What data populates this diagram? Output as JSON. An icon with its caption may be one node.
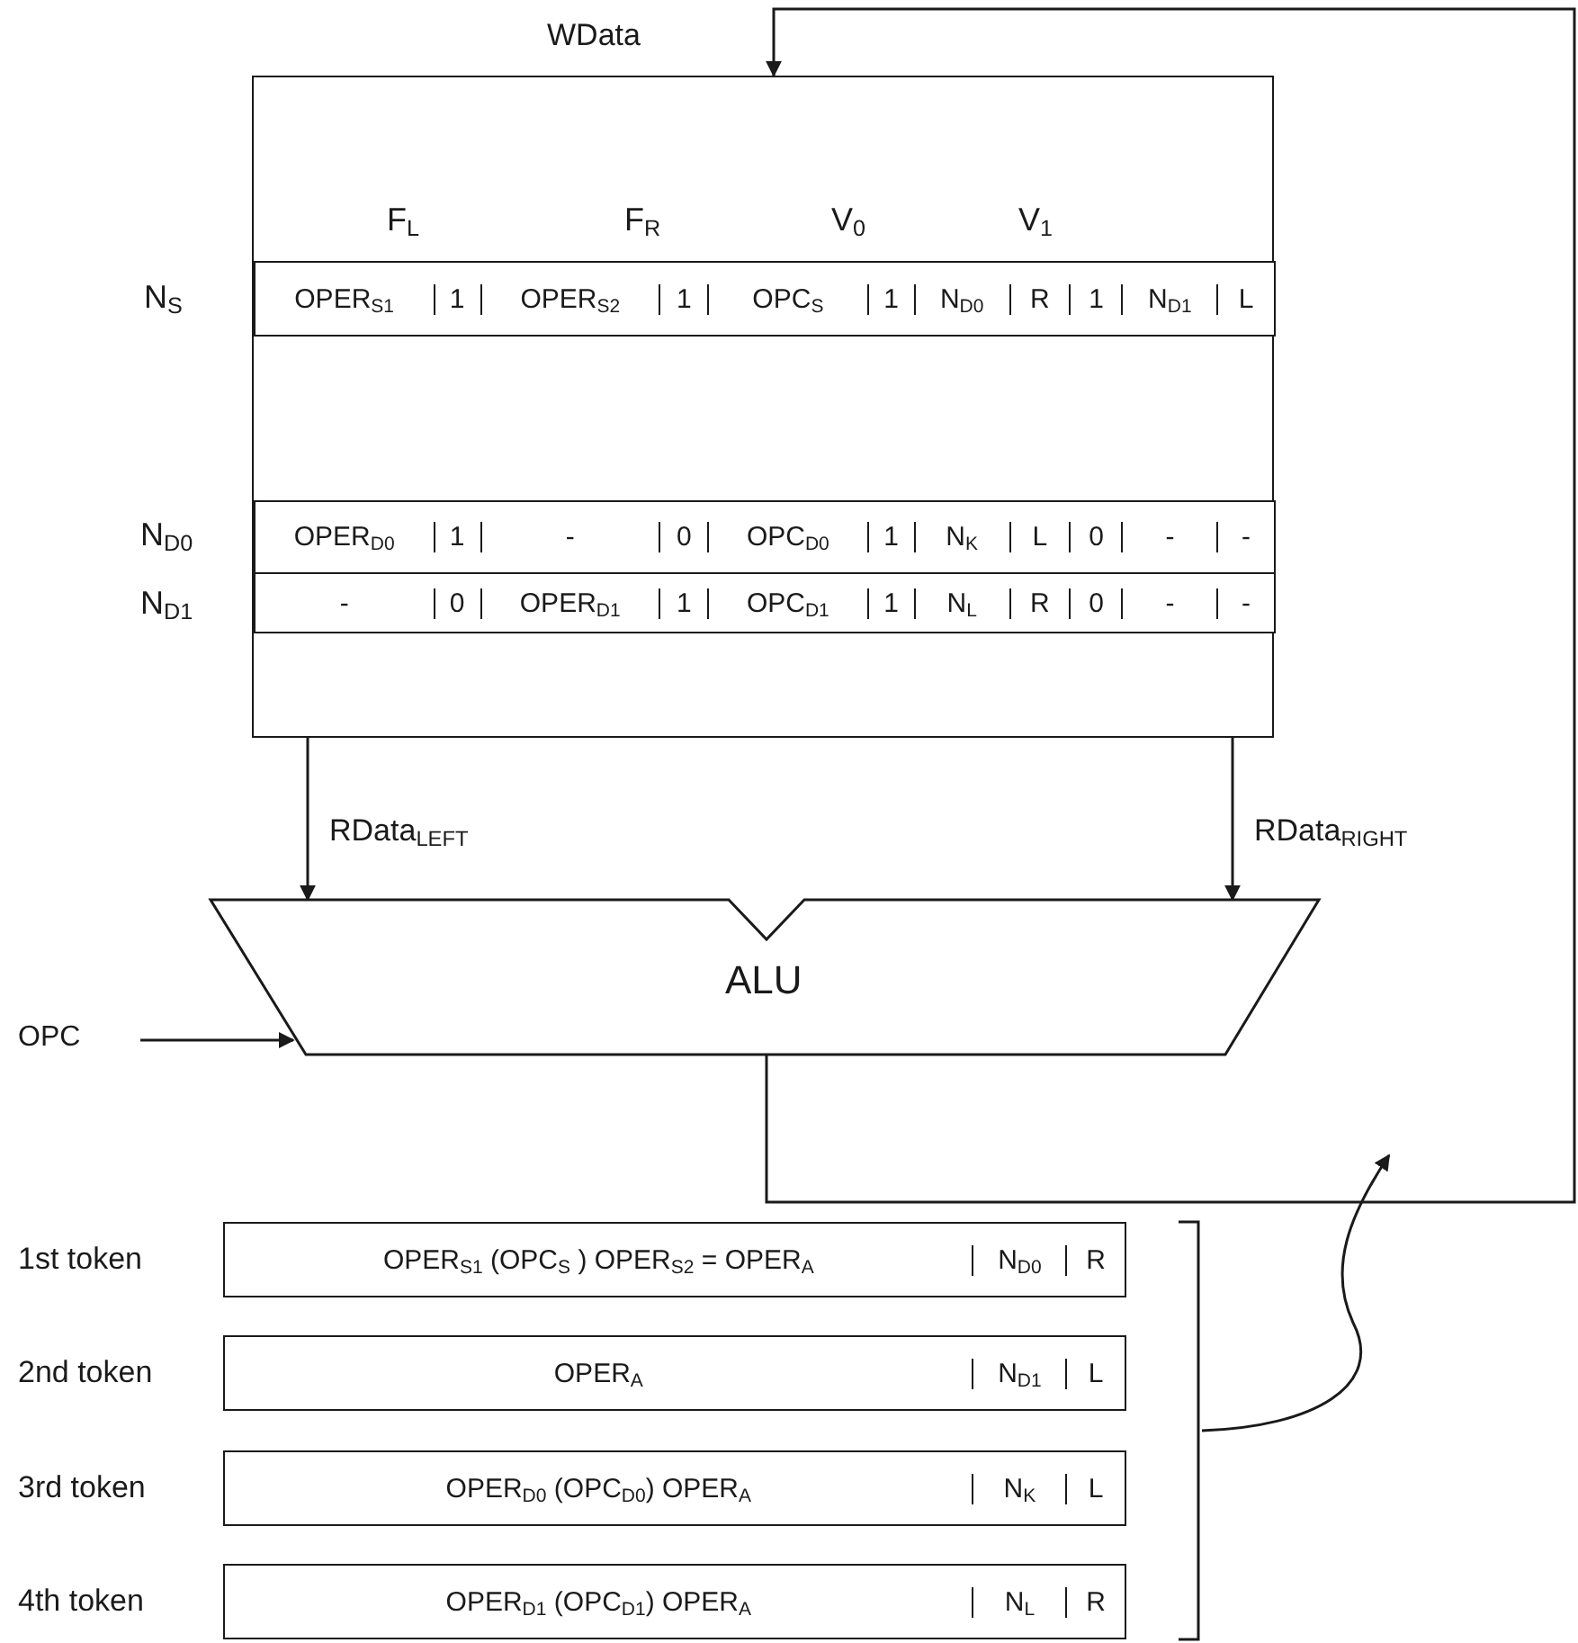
{
  "diagram": {
    "nodes": [
      {
        "text": [],
        "shape": "box"
      },
      {
        "text": [
          "OPER$_{S1}$",
          "1",
          "OPER$_{S2}$",
          "1",
          "OPC$_{S}$",
          "1",
          "N$_{D0}$",
          "R",
          "1",
          "N$_{D1}$",
          "L"
        ],
        "in": 0,
        "beside": [
          "N$_{S}$"
        ]
      },
      {
        "text": [
          "OPER$_{D0}$",
          "1",
          "-",
          "0",
          "OPC$_{D0}$",
          "1",
          "N$_{K}$",
          "L",
          "0",
          "-",
          "-"
        ],
        "in": 0,
        "beside": [
          "N$_{D0}$"
        ]
      },
      {
        "text": [
          "-",
          "0",
          "OPER$_{D1}$",
          "1",
          "OPC$_{D1}$",
          "1",
          "N$_{L}$",
          "R",
          "0",
          "-",
          "-"
        ],
        "in": 0,
        "beside": [
          "N$_{D1}$"
        ]
      },
      {
        "text": [
          "ALU"
        ]
      },
      {
        "text": [
          "OPC"
        ]
      },
      {
        "text": [
          "OPER$_{S1}$ (OPC$_{S}$ ) OPER$_{S2}$ = OPER$_{A}$",
          "N$_{D0}$",
          "R"
        ],
        "beside": [
          "1st token"
        ]
      },
      {
        "text": [
          "OPER$_{A}$",
          "N$_{D1}$",
          "L"
        ],
        "beside": [
          "2nd token"
        ]
      },
      {
        "text": [
          "OPER$_{D0}$ (OPC$_{D0}$) OPER$_{A}$",
          "N$_{K}$",
          "L"
        ],
        "beside": [
          "3rd token"
        ]
      },
      {
        "text": [
          "OPER$_{D1}$ (OPC$_{D1}$) OPER$_{A}$",
          "N$_{L}$",
          "R"
        ],
        "beside": [
          "4th token"
        ]
      },
      {
        "text": [],
        "shape": "bracket"
      }
    ],
    "edges": [
      {
        "from": 0,
        "to": 4,
        "arrow": "to",
        "label": "RData$_{LEFT}$"
      },
      {
        "from": 0,
        "to": 4,
        "arrow": "to",
        "label": "RData$_{RIGHT}$"
      },
      {
        "from": 5,
        "to": 4,
        "arrow": "to"
      },
      {
        "from": 4,
        "to": 0,
        "arrow": "to",
        "label": "WData"
      },
      {
        "from": 10,
        "to": null,
        "arrow": "to"
      }
    ],
    "labels": [
      "F$_{L}$",
      "F$_{R}$",
      "V$_{0}$",
      "V$_{1}$"
    ]
  }
}
